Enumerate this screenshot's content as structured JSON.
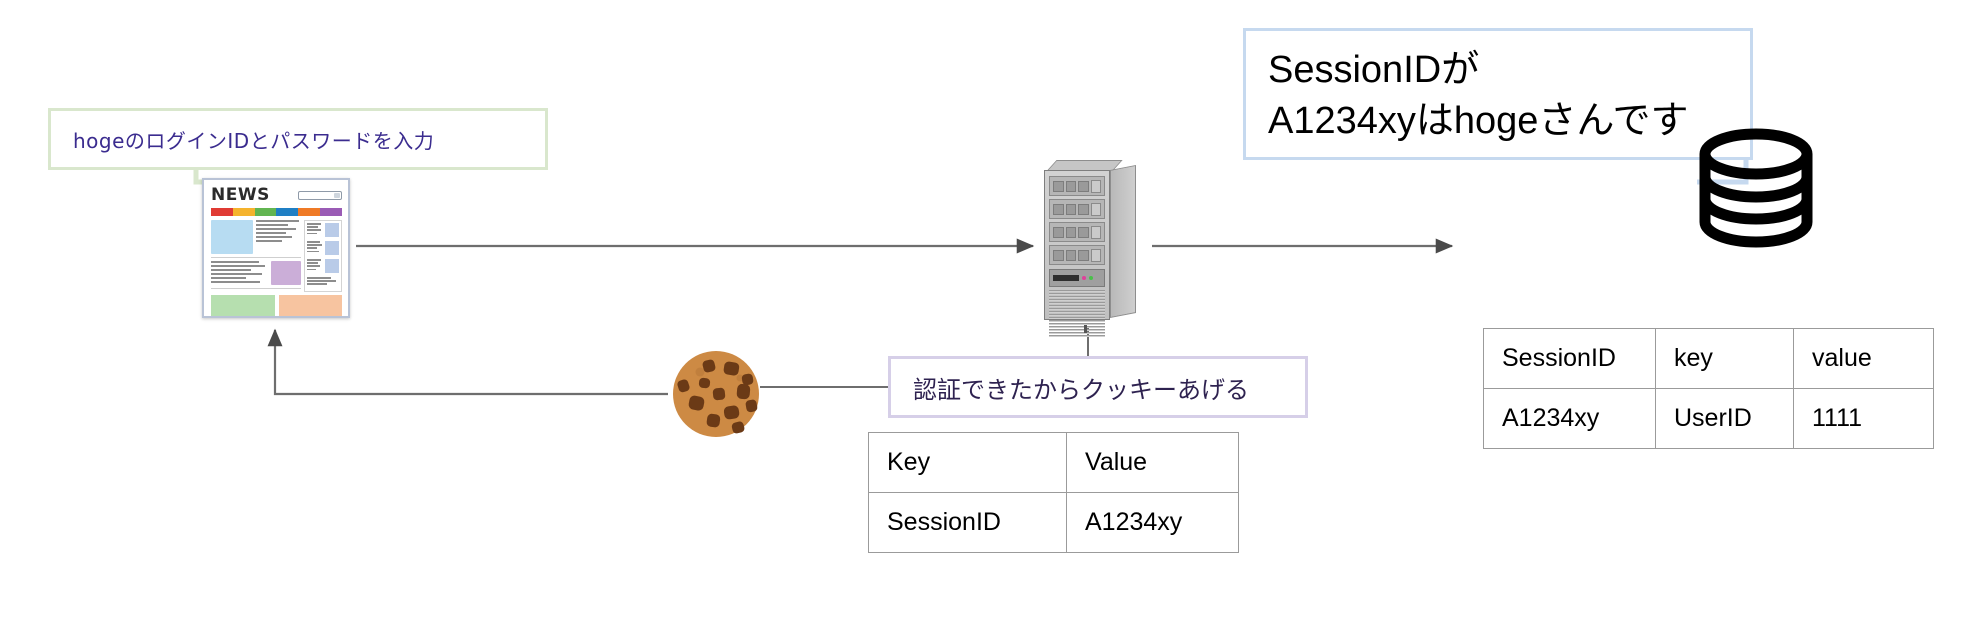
{
  "diagram": {
    "title_hidden": "",
    "colors": {
      "green_border": "#d9e7cd",
      "blue_border": "#c6d9ef",
      "purple_border": "#d6cfe8",
      "arrow": "#4a4a4a",
      "table_border": "#9b9b9b",
      "label_text_purple": "#3b2c8f",
      "cookie_body": "#cd8a44",
      "cookie_chip": "#6b3a16",
      "database_icon": "#000000",
      "server_body": "#c6c6c6"
    }
  },
  "callouts": {
    "login": {
      "text": "hogeのログインIDとパスワードを入力",
      "border_color": "#d9e7cd"
    },
    "session_reply": {
      "line1": "SessionIDが",
      "line2": "A1234xyはhogeさんです",
      "border_color": "#c6d9ef"
    },
    "cookie_grant": {
      "text": "認証できたからクッキーあげる",
      "border_color": "#d6cfe8"
    }
  },
  "nodes": {
    "client": {
      "name": "news-webpage",
      "logo": "NEWS"
    },
    "server": {
      "name": "web-server"
    },
    "database": {
      "name": "database"
    },
    "cookie": {
      "name": "cookie"
    }
  },
  "cookie_table": {
    "headers": [
      "Key",
      "Value"
    ],
    "rows": [
      [
        "SessionID",
        "A1234xy"
      ]
    ]
  },
  "db_table": {
    "headers": [
      "SessionID",
      "key",
      "value"
    ],
    "rows": [
      [
        "A1234xy",
        "UserID",
        "1111"
      ]
    ]
  },
  "news_palette": [
    "#e03b34",
    "#f5b32d",
    "#62b551",
    "#1f7fc4",
    "#ef7a26",
    "#9a5bb5"
  ],
  "news_blocks": {
    "hero": "#b7dcf2",
    "mid": "#cbaed8",
    "bottom_left": "#b6dfaf",
    "bottom_right": "#f7c4a0",
    "side": "#b9cbe8"
  }
}
